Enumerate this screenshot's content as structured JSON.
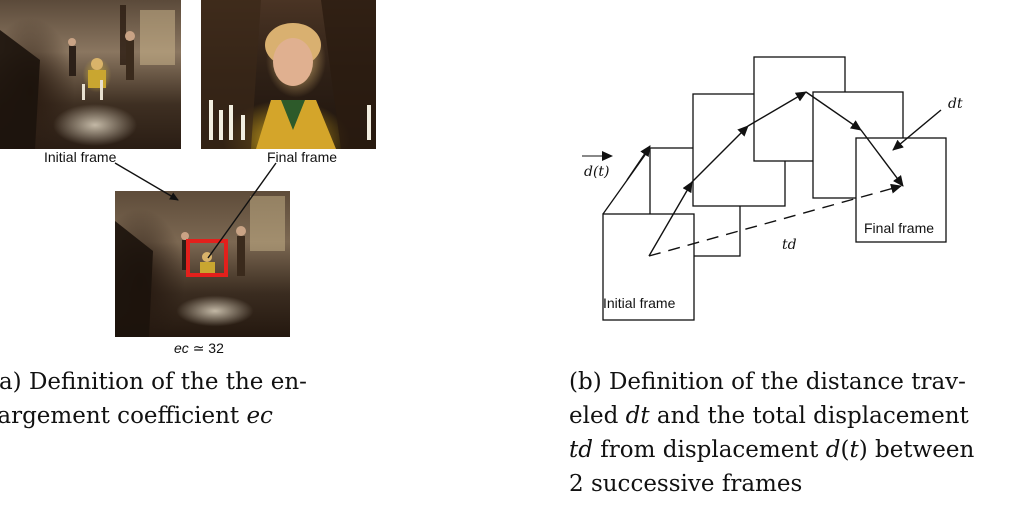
{
  "panel_a": {
    "label_initial": "Initial frame",
    "label_final": "Final frame",
    "label_ec": "ec",
    "label_ec_rel": "≃ 32",
    "caption_prefix": "(a) Definition of the the en-",
    "caption_line2": "largement coefficient ",
    "caption_var": "ec",
    "colors": {
      "highlight_box": "#e3201c"
    }
  },
  "panel_b": {
    "label_dt": "dt",
    "label_dtvec": "d(t)",
    "label_td": "td",
    "label_initial": "Initial frame",
    "label_final": "Final frame",
    "caption_l1": "(b) Definition of the distance trav-",
    "caption_l2a": "eled ",
    "caption_l2b": "dt",
    "caption_l2c": " and the total displacement",
    "caption_l3a": "td",
    "caption_l3b": " from displacement ",
    "caption_l3c": "d",
    "caption_l3d": "(",
    "caption_l3e": "t",
    "caption_l3f": ") between",
    "caption_l4": "2 successive frames"
  }
}
